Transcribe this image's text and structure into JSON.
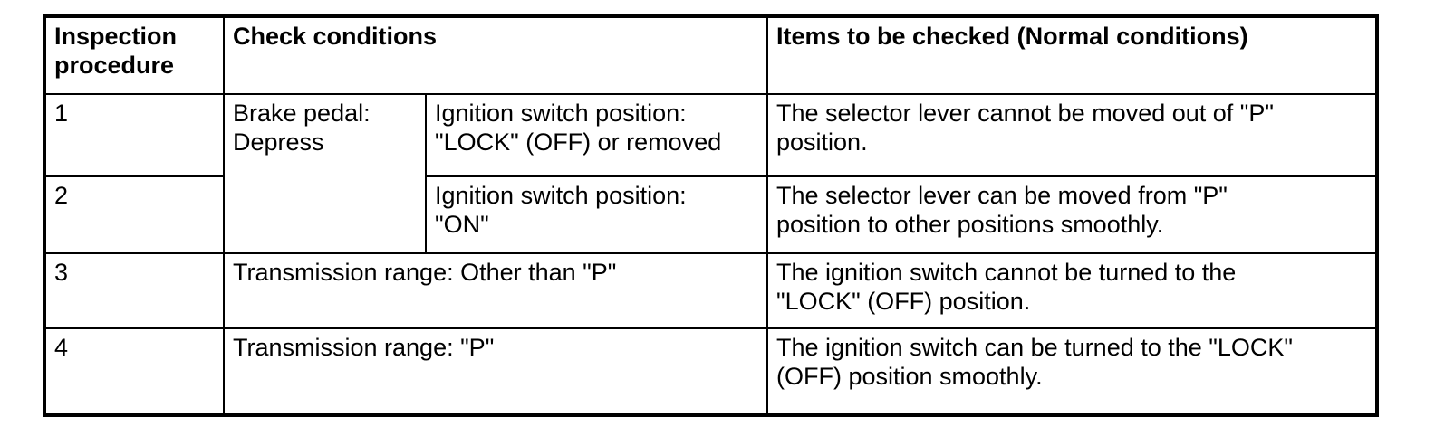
{
  "page": {
    "background_color": "#ffffff",
    "border_color": "#000000",
    "text_color": "#000000"
  },
  "table": {
    "headers": {
      "procedure": "Inspection\nprocedure",
      "check_conditions": "Check conditions",
      "items": "Items to be checked (Normal conditions)"
    },
    "rows": [
      {
        "procedure": "1",
        "check_condition": "Brake pedal:\nDepress",
        "check_detail": "Ignition switch position:\n\"LOCK\" (OFF) or removed",
        "items": "The selector lever cannot be moved out of \"P\"\nposition."
      },
      {
        "procedure": "2",
        "check_detail": "Ignition switch position:\n\"ON\"",
        "items": "The selector lever can be moved from \"P\"\nposition to other positions smoothly."
      },
      {
        "procedure": "3",
        "check_condition": "Transmission range: Other than \"P\"",
        "items": "The ignition switch cannot be turned to the\n\"LOCK\" (OFF) position."
      },
      {
        "procedure": "4",
        "check_condition": "Transmission range: \"P\"",
        "items": "The ignition switch can be turned to the \"LOCK\"\n(OFF) position smoothly."
      }
    ]
  }
}
